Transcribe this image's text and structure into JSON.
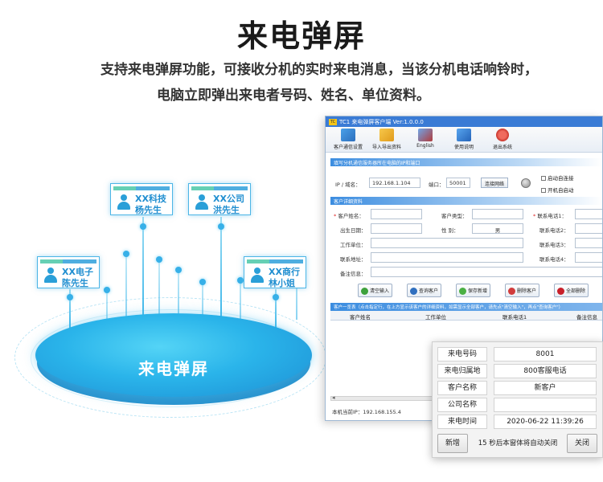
{
  "header": {
    "title": "来电弹屏",
    "line1": "支持来电弹屏功能，可接收分机的实时来电消息，当该分机电话响铃时，",
    "line2": "电脑立即弹出来电者号码、姓名、单位资料。"
  },
  "diagram": {
    "center_label": "来电弹屏",
    "cards": [
      {
        "line1": "XX电子",
        "line2": "陈先生"
      },
      {
        "line1": "XX科技",
        "line2": "杨先生"
      },
      {
        "line1": "XX公司",
        "line2": "洪先生"
      },
      {
        "line1": "XX商行",
        "line2": "林小姐"
      }
    ],
    "accent_color": "#2ab4ea"
  },
  "window": {
    "title": "TC1 来电弹屏客户端 Ver:1.0.0.0",
    "toolbar": [
      {
        "label": "客户通信设置",
        "icon": "settings-icon"
      },
      {
        "label": "导入导出资料",
        "icon": "folder-icon"
      },
      {
        "label": "English",
        "icon": "language-icon"
      },
      {
        "label": "使用说明",
        "icon": "manual-icon"
      },
      {
        "label": "退出系统",
        "icon": "power-icon"
      }
    ],
    "server_section": "填写分机通信服务器所在电脑的IP和端口",
    "ip_label": "IP / 域名：",
    "ip_value": "192.168.1.104",
    "port_label": "端口：",
    "port_value": "50001",
    "connect_button": "连接网络",
    "auto_connect": "启动自连接",
    "boot_start": "开机自启动",
    "detail_section": "客户详细资料",
    "fields": {
      "name": "客户姓名：",
      "type": "客户类型：",
      "phone1": "联系电话1：",
      "birthday": "出生日期：",
      "gender": "性    别：",
      "gender_value": "男",
      "phone2": "联系电话2：",
      "company": "工作单位：",
      "phone3": "联系电话3：",
      "address": "联系地址：",
      "phone4": "联系电话4：",
      "note": "备注信息："
    },
    "actions": [
      "清空输入",
      "查询客户",
      "保存新增",
      "删除客户",
      "全部删除"
    ],
    "list_header": "客户一览表（点击指定行，在上方显示该客户的详细资料，如需显示全部客户，请先点\"清空输入\"，再点\"查询客户\"）",
    "columns": [
      "客户姓名",
      "工作单位",
      "联系电话1",
      "备注信息"
    ],
    "status": "本机当前IP：192.168.155.4"
  },
  "popup": {
    "rows": [
      {
        "label": "来电号码",
        "value": "8001"
      },
      {
        "label": "来电归属地",
        "value": "800客服电话"
      },
      {
        "label": "客户名称",
        "value": "新客户"
      },
      {
        "label": "公司名称",
        "value": ""
      },
      {
        "label": "来电时间",
        "value": "2020-06-22 11:39:26"
      }
    ],
    "add_button": "新增",
    "message": "15 秒后本窗体将自动关闭",
    "close_button": "关闭"
  }
}
